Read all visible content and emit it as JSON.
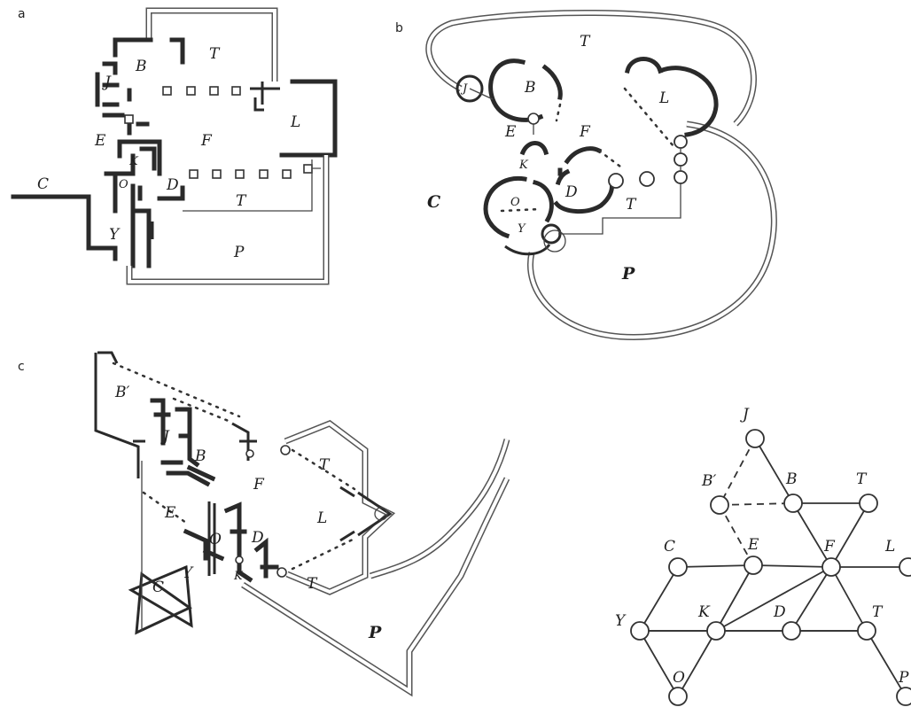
{
  "panels": {
    "a": {
      "tag": "a",
      "labels": {
        "T1": "T",
        "B": "B",
        "J": "J",
        "L": "L",
        "E": "E",
        "F": "F",
        "K": "K",
        "C": "C",
        "O": "O",
        "D": "D",
        "T2": "T",
        "Y": "Y",
        "P": "P"
      }
    },
    "b": {
      "tag": "b",
      "labels": {
        "T1": "T",
        "J": "J",
        "B": "B",
        "L": "L",
        "E": "E",
        "F": "F",
        "K": "K",
        "C": "C",
        "O": "O",
        "D": "D",
        "T2": "T",
        "Y": "Y",
        "P": "P"
      }
    },
    "c": {
      "tag": "c",
      "labels": {
        "B2": "B′",
        "J": "J",
        "B": "B",
        "T1": "T",
        "F": "F",
        "L": "L",
        "E": "E",
        "O": "O",
        "D": "D",
        "Y": "Y",
        "C": "C",
        "K": "K",
        "T2": "T",
        "P": "P"
      }
    },
    "graph": {
      "nodes": [
        {
          "id": "J",
          "label": "J"
        },
        {
          "id": "B2",
          "label": "B′"
        },
        {
          "id": "B",
          "label": "B"
        },
        {
          "id": "T1",
          "label": "T"
        },
        {
          "id": "C",
          "label": "C"
        },
        {
          "id": "E",
          "label": "E"
        },
        {
          "id": "F",
          "label": "F"
        },
        {
          "id": "L",
          "label": "L"
        },
        {
          "id": "Y",
          "label": "Y"
        },
        {
          "id": "K",
          "label": "K"
        },
        {
          "id": "D",
          "label": "D"
        },
        {
          "id": "T2",
          "label": "T"
        },
        {
          "id": "O",
          "label": "O"
        },
        {
          "id": "P",
          "label": "P"
        }
      ]
    }
  }
}
